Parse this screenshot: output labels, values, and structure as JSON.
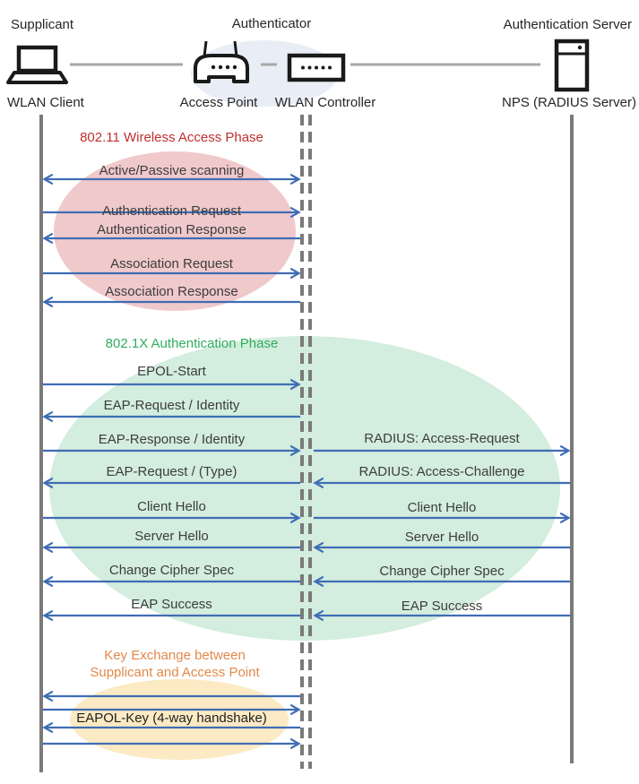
{
  "colors": {
    "arrow": "#3F6DB5",
    "lifeline": "#7A7A7A",
    "connector": "#A8A8A8",
    "text": "#3D3D3D",
    "phase1-title": "#C02F2F",
    "phase2-title": "#2FAD5C",
    "phase3-title": "#E2894C",
    "phase1-ellipse": "#F0C9CB",
    "phase2-ellipse": "#D3EDDE",
    "phase3-ellipse": "#FBEAC3",
    "authenticator-ellipse": "#E9EDF5"
  },
  "header": {
    "roles": {
      "supplicant": "Supplicant",
      "authenticator": "Authenticator",
      "auth_server": "Authentication Server"
    },
    "devices": {
      "wlan_client": "WLAN Client",
      "access_point": "Access Point",
      "wlan_controller": "WLAN Controller",
      "nps": "NPS (RADIUS Server)"
    }
  },
  "phase1": {
    "title": "802.11 Wireless Access Phase",
    "messages": {
      "scanning": "Active/Passive scanning",
      "auth_request": "Authentication Request",
      "auth_response": "Authentication Response",
      "assoc_request": "Association Request",
      "assoc_response": "Association Response"
    }
  },
  "phase2": {
    "title": "802.1X Authentication Phase",
    "client_messages": {
      "epol_start": "EPOL-Start",
      "eap_request_identity": "EAP-Request / Identity",
      "eap_response_identity": "EAP-Response / Identity",
      "eap_request_type": "EAP-Request / (Type)",
      "client_hello": "Client Hello",
      "server_hello": "Server Hello",
      "change_cipher_spec": "Change Cipher Spec",
      "eap_success": "EAP Success"
    },
    "server_messages": {
      "radius_access_request": "RADIUS: Access-Request",
      "radius_access_challenge": "RADIUS: Access-Challenge",
      "client_hello": "Client Hello",
      "server_hello": "Server Hello",
      "change_cipher_spec": "Change Cipher Spec",
      "eap_success": "EAP Success"
    }
  },
  "phase3": {
    "title_line1": "Key Exchange between",
    "title_line2": "Supplicant and Access Point",
    "messages": {
      "eapol_key": "EAPOL-Key (4-way handshake)"
    }
  }
}
